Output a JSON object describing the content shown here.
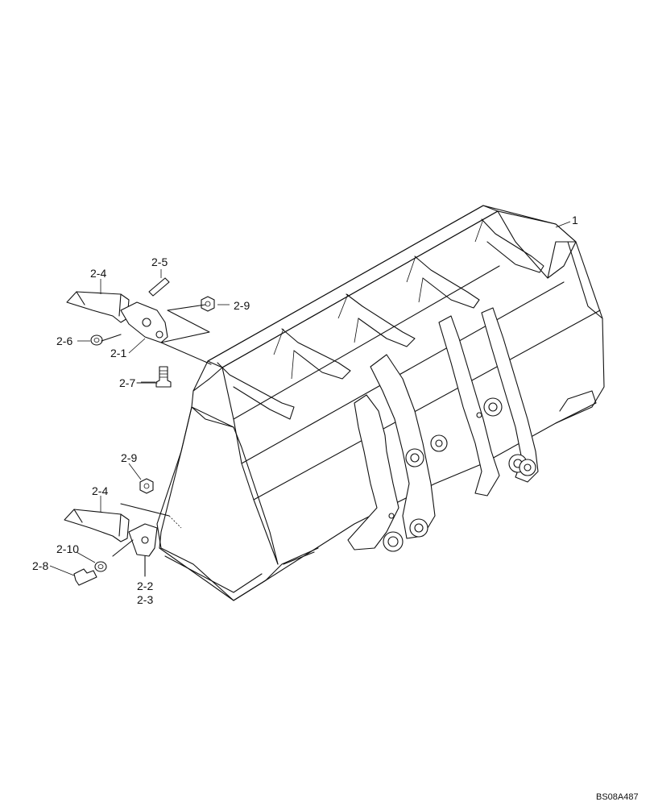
{
  "labels": {
    "part_1": "1",
    "part_2_1": "2-1",
    "part_2_2": "2-2",
    "part_2_3": "2-3",
    "part_2_4_upper": "2-4",
    "part_2_4_lower": "2-4",
    "part_2_5": "2-5",
    "part_2_6": "2-6",
    "part_2_7": "2-7",
    "part_2_8": "2-8",
    "part_2_9_upper": "2-9",
    "part_2_9_lower": "2-9",
    "part_2_10": "2-10"
  },
  "reference_code": "BS08A487"
}
